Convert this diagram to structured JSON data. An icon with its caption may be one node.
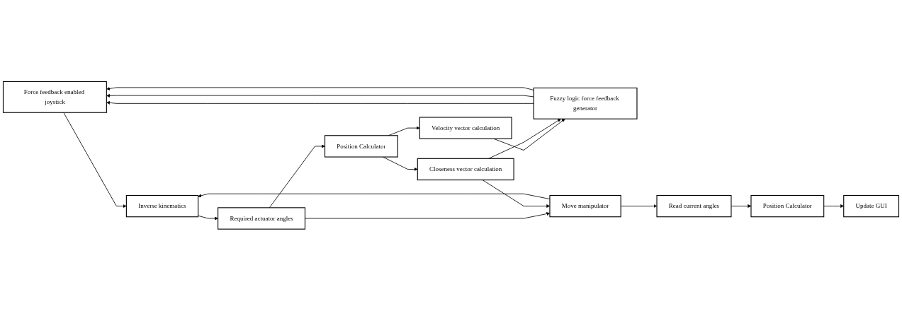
{
  "diagram": {
    "nodes": [
      {
        "text": [
          "Force feedback enabled joystick"
        ]
      },
      {
        "text": [
          "Fuzzy logic force feedback generator"
        ]
      },
      {
        "text": [
          "Velocity vector calculation"
        ]
      },
      {
        "text": [
          "Inverse kinematics"
        ]
      },
      {
        "text": [
          "Required actuator angles"
        ]
      },
      {
        "text": [
          "Position Calculator"
        ]
      },
      {
        "text": [
          "Closeness vector calculation"
        ]
      },
      {
        "text": [
          "Update GUI"
        ]
      },
      {
        "text": [
          "Position Calculator"
        ]
      },
      {
        "text": [
          "Read current angles"
        ]
      },
      {
        "text": [
          "Move manipulator"
        ]
      }
    ],
    "edges": [
      {
        "from": 1,
        "to": 0,
        "arrow": "to"
      },
      {
        "from": 1,
        "to": 0,
        "arrow": "to"
      },
      {
        "from": 1,
        "to": 0,
        "arrow": "to"
      },
      {
        "from": 2,
        "to": 1,
        "arrow": "to"
      },
      {
        "from": 6,
        "to": 1,
        "arrow": "to"
      },
      {
        "from": 0,
        "to": 3,
        "arrow": "to"
      },
      {
        "from": 3,
        "to": 4,
        "arrow": "to"
      },
      {
        "from": 4,
        "to": 5,
        "arrow": "to"
      },
      {
        "from": 5,
        "to": 2,
        "arrow": "to"
      },
      {
        "from": 5,
        "to": 6,
        "arrow": "to"
      },
      {
        "from": 4,
        "to": 10,
        "arrow": "to"
      },
      {
        "from": 6,
        "to": 10,
        "arrow": "to"
      },
      {
        "from": 10,
        "to": 3,
        "arrow": "to"
      },
      {
        "from": 10,
        "to": 9,
        "arrow": "to"
      },
      {
        "from": 9,
        "to": 8,
        "arrow": "to"
      },
      {
        "from": 8,
        "to": 7,
        "arrow": "to"
      }
    ]
  }
}
